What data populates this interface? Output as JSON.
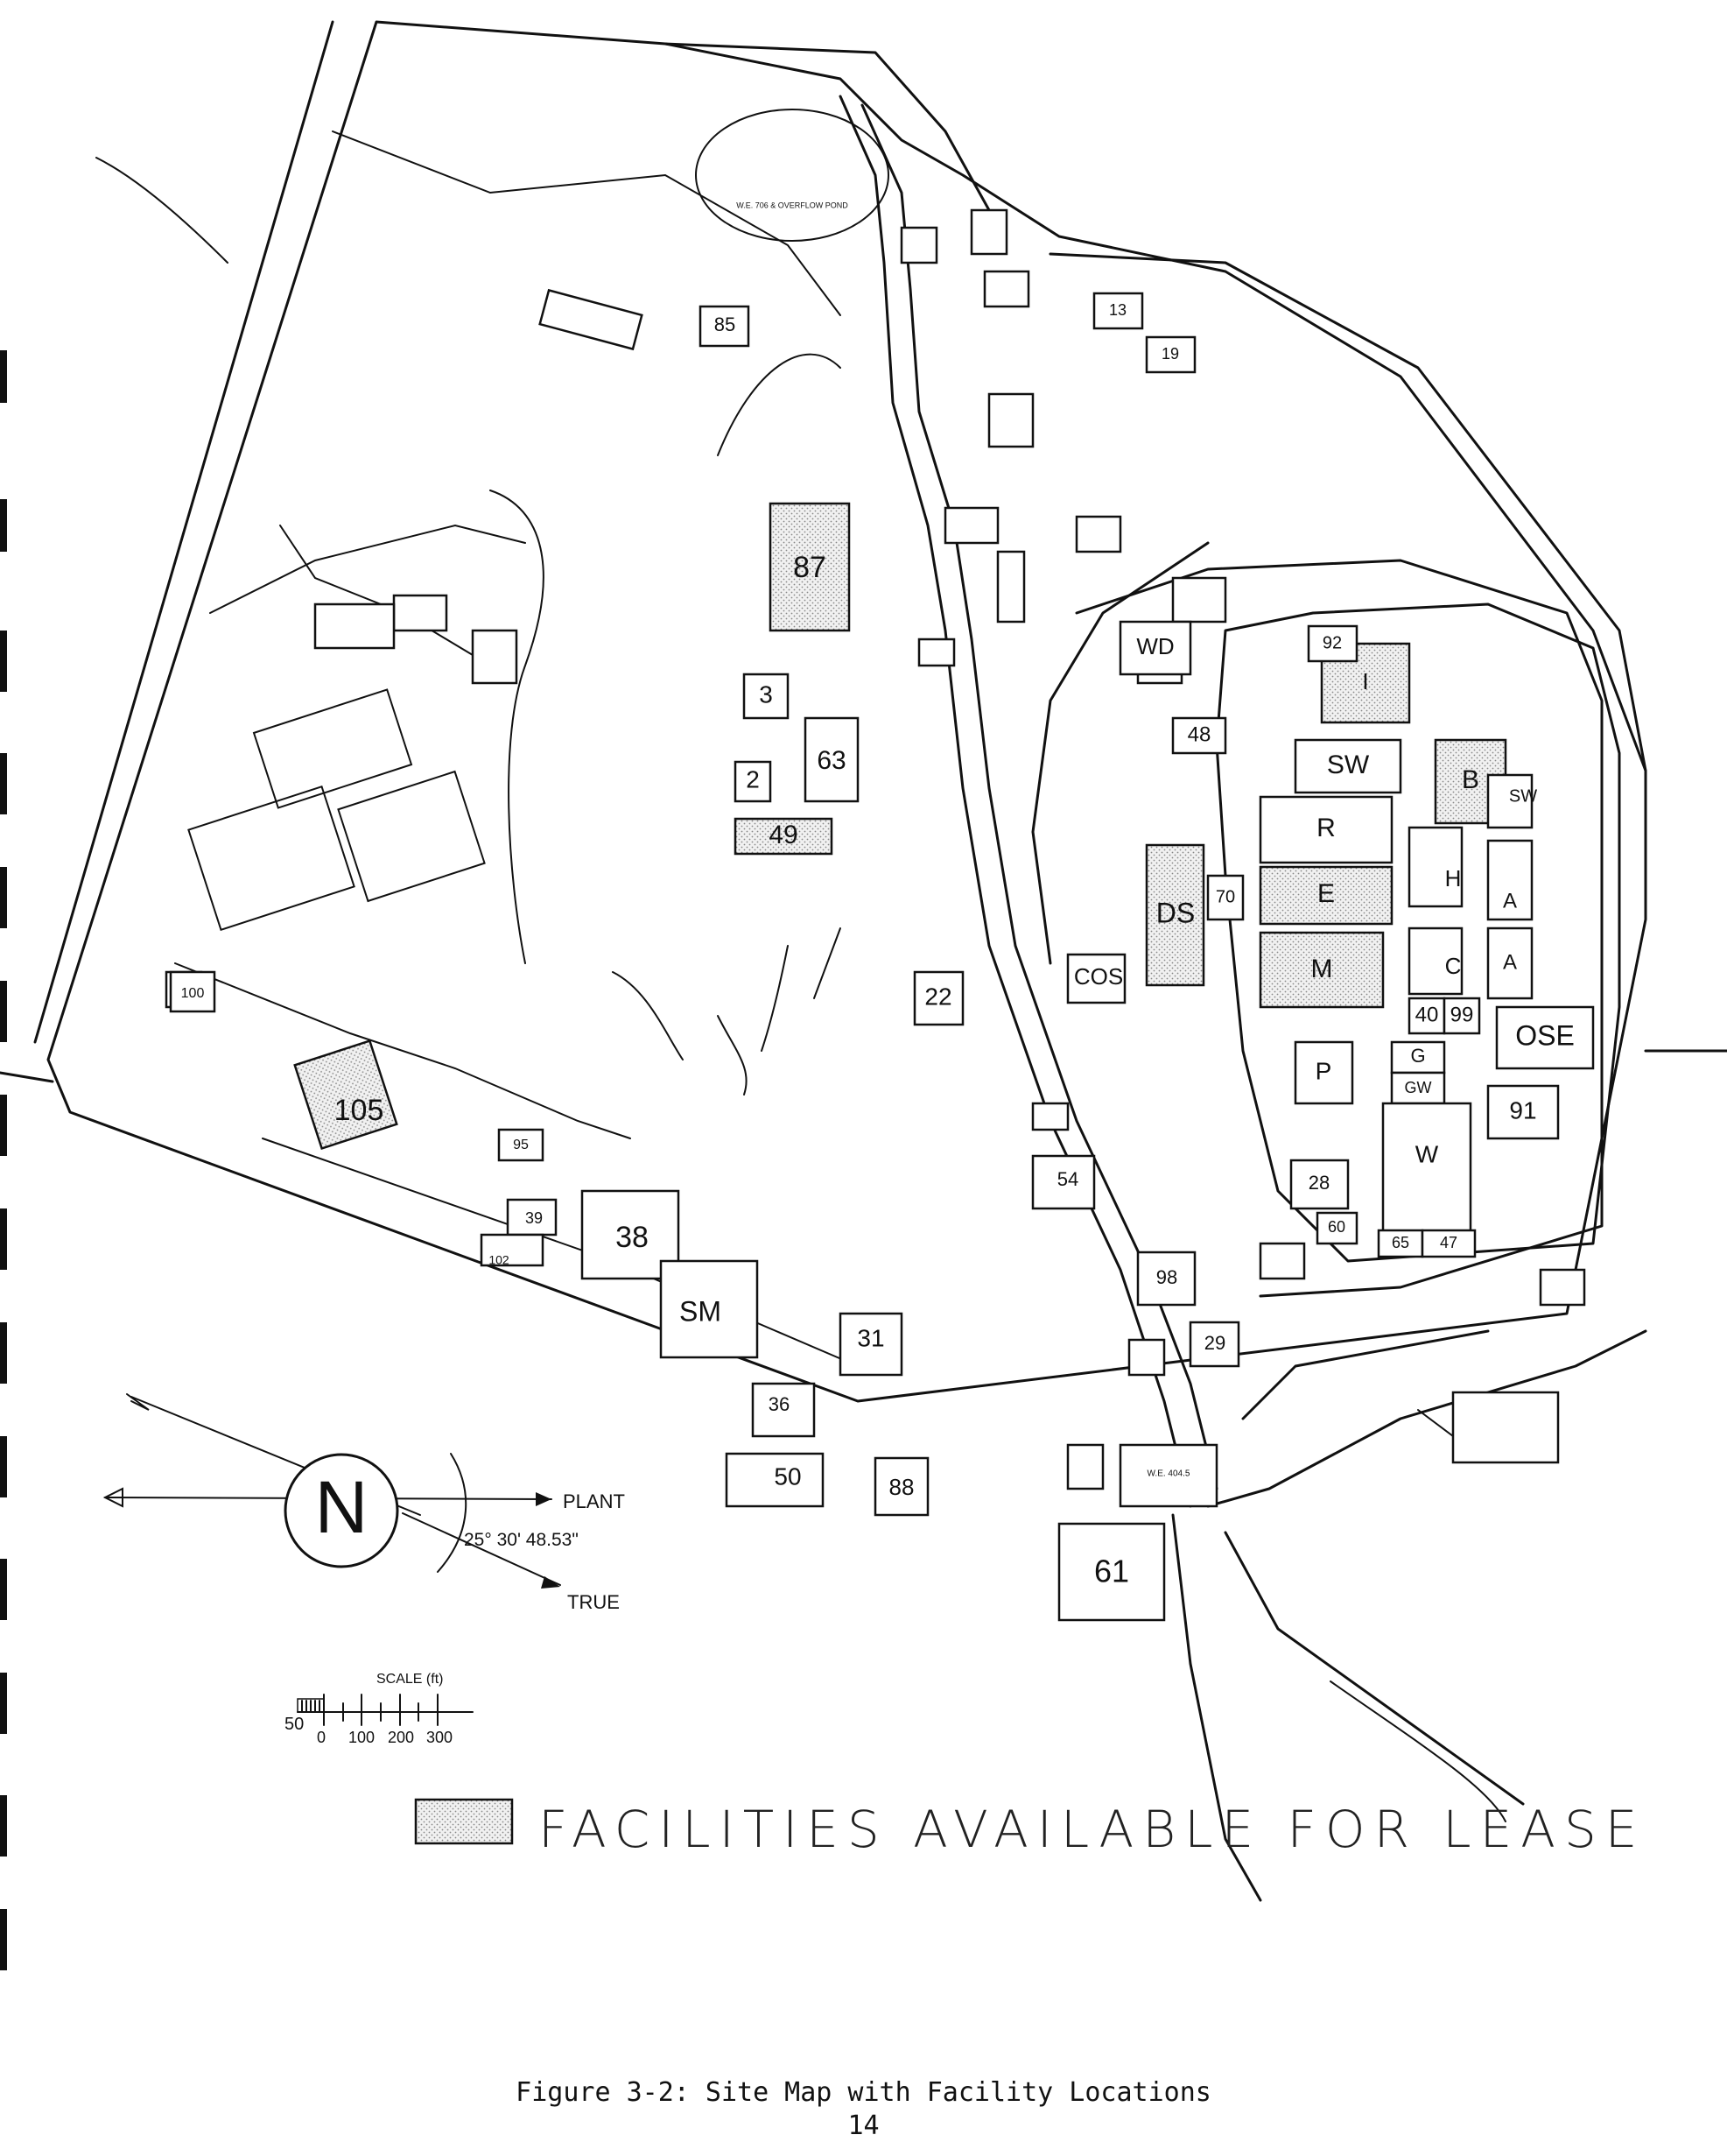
{
  "buildings": {
    "b87": "87",
    "b3": "3",
    "b2": "2",
    "b63": "63",
    "b49": "49",
    "b85": "85",
    "b13": "13",
    "b19": "19",
    "bWD": "WD",
    "b48": "48",
    "b92": "92",
    "bI": "I",
    "bSW": "SW",
    "bB": "B",
    "bR": "R",
    "bE": "E",
    "bM": "M",
    "bH": "H",
    "bA1": "A",
    "bA2": "A",
    "bC": "C",
    "bSW2": "SW",
    "bDS": "DS",
    "b70": "70",
    "bCOS": "COS",
    "b22": "22",
    "b40": "40",
    "b99": "99",
    "bOSE": "OSE",
    "bG": "G",
    "bGW": "GW",
    "bP": "P",
    "b91": "91",
    "bW": "W",
    "b28": "28",
    "b60": "60",
    "b65": "65",
    "b47": "47",
    "b105": "105",
    "b38": "38",
    "bSM": "SM",
    "b31": "31",
    "b36": "36",
    "b50": "50",
    "b88": "88",
    "b61": "61",
    "b98": "98",
    "b29": "29",
    "b54": "54",
    "b100": "100",
    "b102": "102",
    "b39": "39",
    "b95": "95"
  },
  "ponds": {
    "overflow_pond": "W.E. 706 & OVERFLOW POND",
    "we_pond": "W.E. 404.5"
  },
  "compass": {
    "letter": "N",
    "plant_label": "PLANT",
    "true_label": "TRUE",
    "angle": "25° 30' 48.53\""
  },
  "scale": {
    "title": "SCALE (ft)",
    "ticks": [
      "50",
      "0",
      "100",
      "200",
      "300"
    ]
  },
  "legend": {
    "text": "FACILITIES AVAILABLE FOR LEASE"
  },
  "caption": "Figure 3-2: Site Map with Facility Locations",
  "page_number": "14"
}
